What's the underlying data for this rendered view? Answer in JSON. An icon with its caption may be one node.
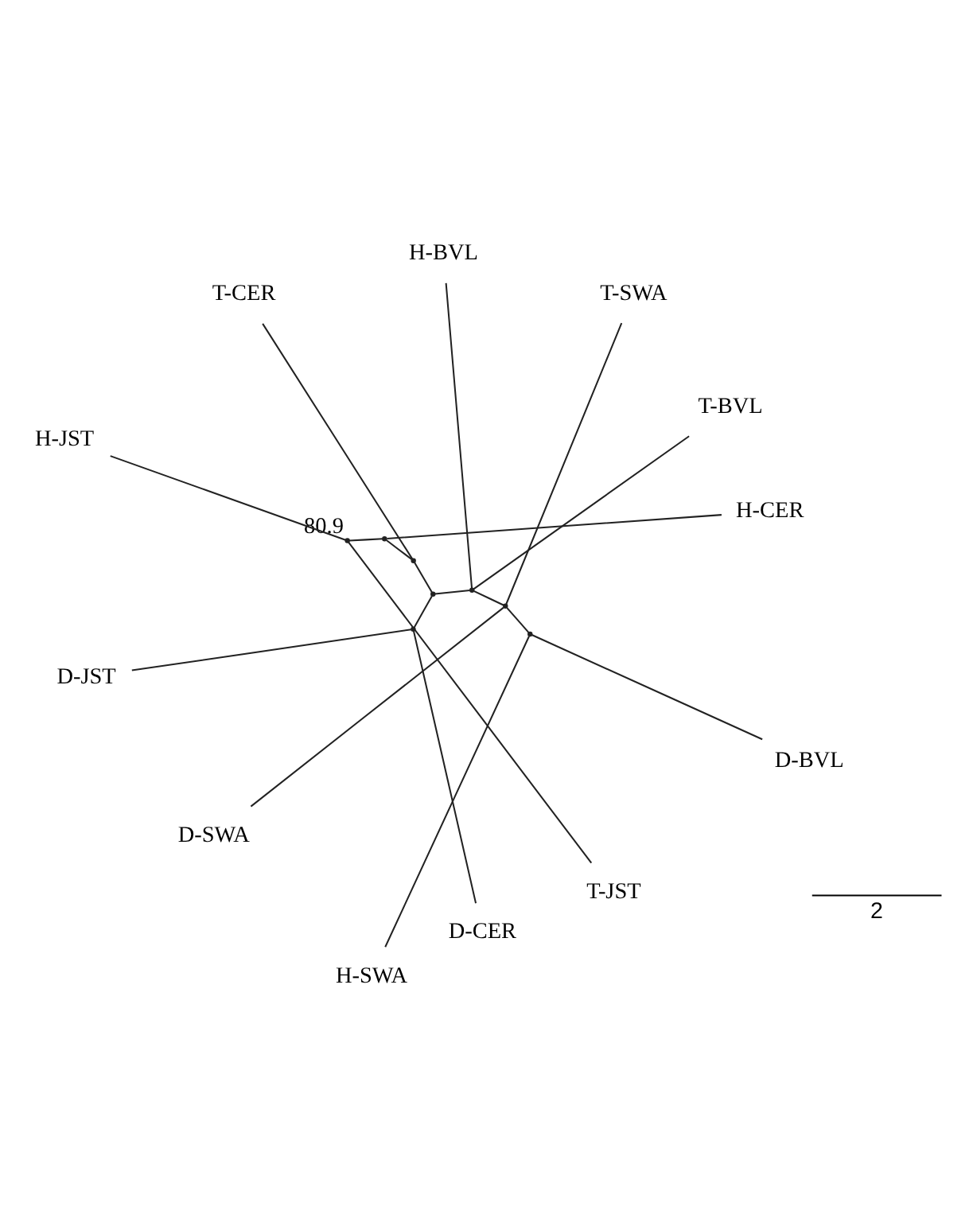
{
  "diagram": {
    "nodes": [
      {
        "text": [
          "D-JST"
        ]
      },
      {
        "text": [
          "T-BVL"
        ]
      },
      {
        "text": [
          "D-CER"
        ]
      },
      {
        "text": [
          "H-BVL"
        ]
      },
      {
        "text": [
          "T-SWA"
        ]
      },
      {
        "text": [
          "T-CER"
        ]
      },
      {
        "text": [
          "D-SWA"
        ]
      },
      {
        "text": [
          "H-CER"
        ]
      },
      {
        "text": [
          "H-SWA"
        ]
      },
      {
        "text": [
          "D-BVL"
        ]
      },
      {
        "text": [
          "T-JST"
        ]
      },
      {
        "text": [
          "H-JST"
        ]
      },
      {
        "text": [],
        "shape": "point"
      },
      {
        "text": [],
        "shape": "point"
      },
      {
        "text": [],
        "shape": "point"
      },
      {
        "text": [],
        "shape": "point"
      },
      {
        "text": [],
        "shape": "point"
      },
      {
        "text": [],
        "shape": "point"
      },
      {
        "text": [],
        "shape": "point"
      },
      {
        "text": [],
        "shape": "point",
        "beside": [
          "80.9"
        ]
      }
    ],
    "edges": [
      {
        "from": 12,
        "to": 3,
        "arrow": "none"
      },
      {
        "from": 12,
        "to": 1,
        "arrow": "none"
      },
      {
        "from": 12,
        "to": 13,
        "arrow": "none"
      },
      {
        "from": 13,
        "to": 4,
        "arrow": "none"
      },
      {
        "from": 13,
        "to": 6,
        "arrow": "none"
      },
      {
        "from": 13,
        "to": 14,
        "arrow": "none"
      },
      {
        "from": 14,
        "to": 8,
        "arrow": "none"
      },
      {
        "from": 14,
        "to": 9,
        "arrow": "none"
      },
      {
        "from": 12,
        "to": 15,
        "arrow": "none"
      },
      {
        "from": 15,
        "to": 16,
        "arrow": "none"
      },
      {
        "from": 16,
        "to": 0,
        "arrow": "none"
      },
      {
        "from": 16,
        "to": 2,
        "arrow": "none"
      },
      {
        "from": 15,
        "to": 17,
        "arrow": "none"
      },
      {
        "from": 17,
        "to": 5,
        "arrow": "none"
      },
      {
        "from": 17,
        "to": 18,
        "arrow": "none"
      },
      {
        "from": 18,
        "to": 7,
        "arrow": "none"
      },
      {
        "from": 18,
        "to": 19,
        "arrow": "none"
      },
      {
        "from": 19,
        "to": 10,
        "arrow": "none"
      },
      {
        "from": 19,
        "to": 11,
        "arrow": "none"
      }
    ],
    "labels": [
      "2"
    ]
  }
}
